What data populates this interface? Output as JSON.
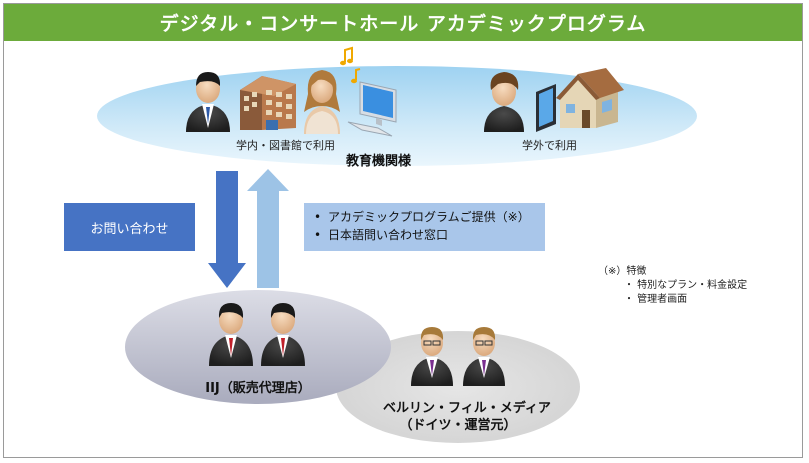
{
  "title": "デジタル・コンサートホール アカデミックプログラム",
  "education": {
    "label": "教育機関様",
    "campus_label": "学内・図書館で利用",
    "offcampus_label": "学外で利用"
  },
  "inquiry_label": "お問い合わせ",
  "offerings": [
    "アカデミックプログラムご提供（※）",
    "日本語問い合わせ窓口"
  ],
  "reseller_label": "IIJ（販売代理店）",
  "operator_label_line1": "ベルリン・フィル・メディア",
  "operator_label_line2": "（ドイツ・運営元）",
  "notes": {
    "heading": "（※）特徴",
    "items": [
      "・ 特別なプラン・料金設定",
      "・ 管理者画面"
    ]
  },
  "colors": {
    "title_bar": "#6cab3b",
    "down_arrow": "#4673c4",
    "up_arrow": "#9dc3e6",
    "inquiry_box": "#4673c4",
    "offer_box": "#a9c6ea"
  }
}
